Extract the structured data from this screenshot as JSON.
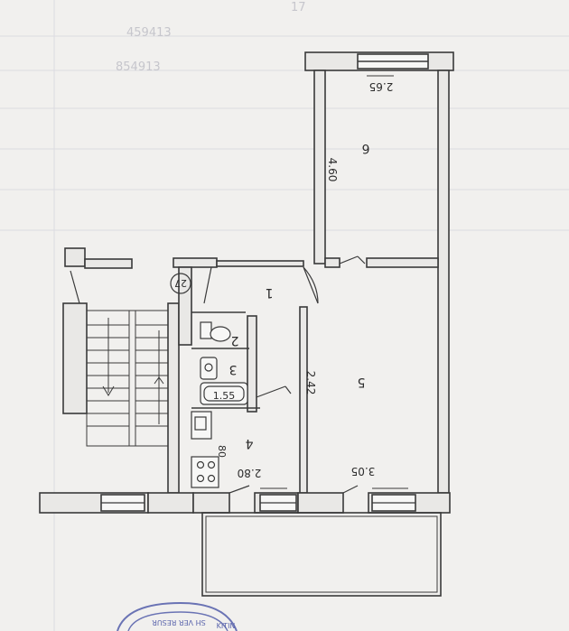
{
  "header": {
    "faint_text_1": "17",
    "faint_text_2": "459413",
    "faint_text_3": "854913"
  },
  "rooms": [
    {
      "id": "room-1",
      "number": "1"
    },
    {
      "id": "room-2",
      "number": "2"
    },
    {
      "id": "room-3",
      "number": "3"
    },
    {
      "id": "room-4",
      "number": "4"
    },
    {
      "id": "room-5",
      "number": "5"
    },
    {
      "id": "room-6",
      "number": "6"
    }
  ],
  "dimensions": {
    "room6_width": "2.65",
    "room6_length": "4.60",
    "room5_length": "2.42",
    "room5_width": "3.05",
    "room4_width": "2.80",
    "room4_depth": "80",
    "bath_width": "1.55"
  },
  "marker": "27",
  "stamp": {
    "line1": "SH VER RESUR",
    "line2": "KITIN"
  },
  "colors": {
    "paper": "#f1f0ee",
    "wall": "#3a3a3a",
    "hatch": "#e9e8e6"
  }
}
